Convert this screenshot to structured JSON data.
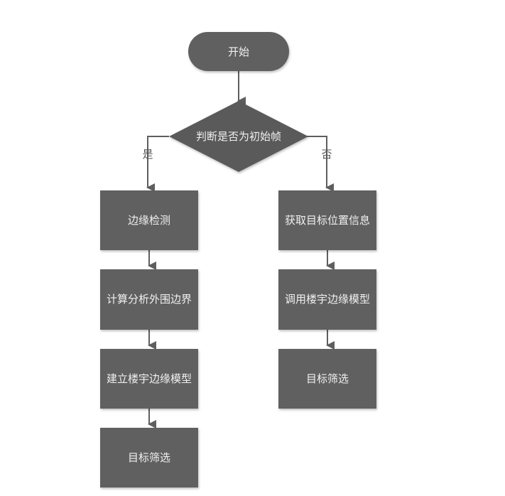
{
  "colors": {
    "node_fill": "#606060",
    "edge": "#5e5e5e",
    "text": "#f0f0f0",
    "label": "#555555"
  },
  "nodes": {
    "start": {
      "label": "开始",
      "shape": "terminator"
    },
    "decision": {
      "label": "判断是否为初始帧",
      "shape": "diamond"
    },
    "yes_1": {
      "label": "边缘检测",
      "shape": "process"
    },
    "yes_2": {
      "label": "计算分析外围边界",
      "shape": "process"
    },
    "yes_3": {
      "label": "建立楼宇边缘模型",
      "shape": "process"
    },
    "yes_4": {
      "label": "目标筛选",
      "shape": "process"
    },
    "no_1": {
      "label": "获取目标位置信息",
      "shape": "process"
    },
    "no_2": {
      "label": "调用楼宇边缘模型",
      "shape": "process"
    },
    "no_3": {
      "label": "目标筛选",
      "shape": "process"
    }
  },
  "edges": [
    {
      "from": "start",
      "to": "decision",
      "label": ""
    },
    {
      "from": "decision",
      "to": "yes_1",
      "label": "是"
    },
    {
      "from": "decision",
      "to": "no_1",
      "label": "否"
    },
    {
      "from": "yes_1",
      "to": "yes_2",
      "label": ""
    },
    {
      "from": "yes_2",
      "to": "yes_3",
      "label": ""
    },
    {
      "from": "yes_3",
      "to": "yes_4",
      "label": ""
    },
    {
      "from": "no_1",
      "to": "no_2",
      "label": ""
    },
    {
      "from": "no_2",
      "to": "no_3",
      "label": ""
    }
  ],
  "edge_labels": {
    "yes": "是",
    "no": "否"
  }
}
